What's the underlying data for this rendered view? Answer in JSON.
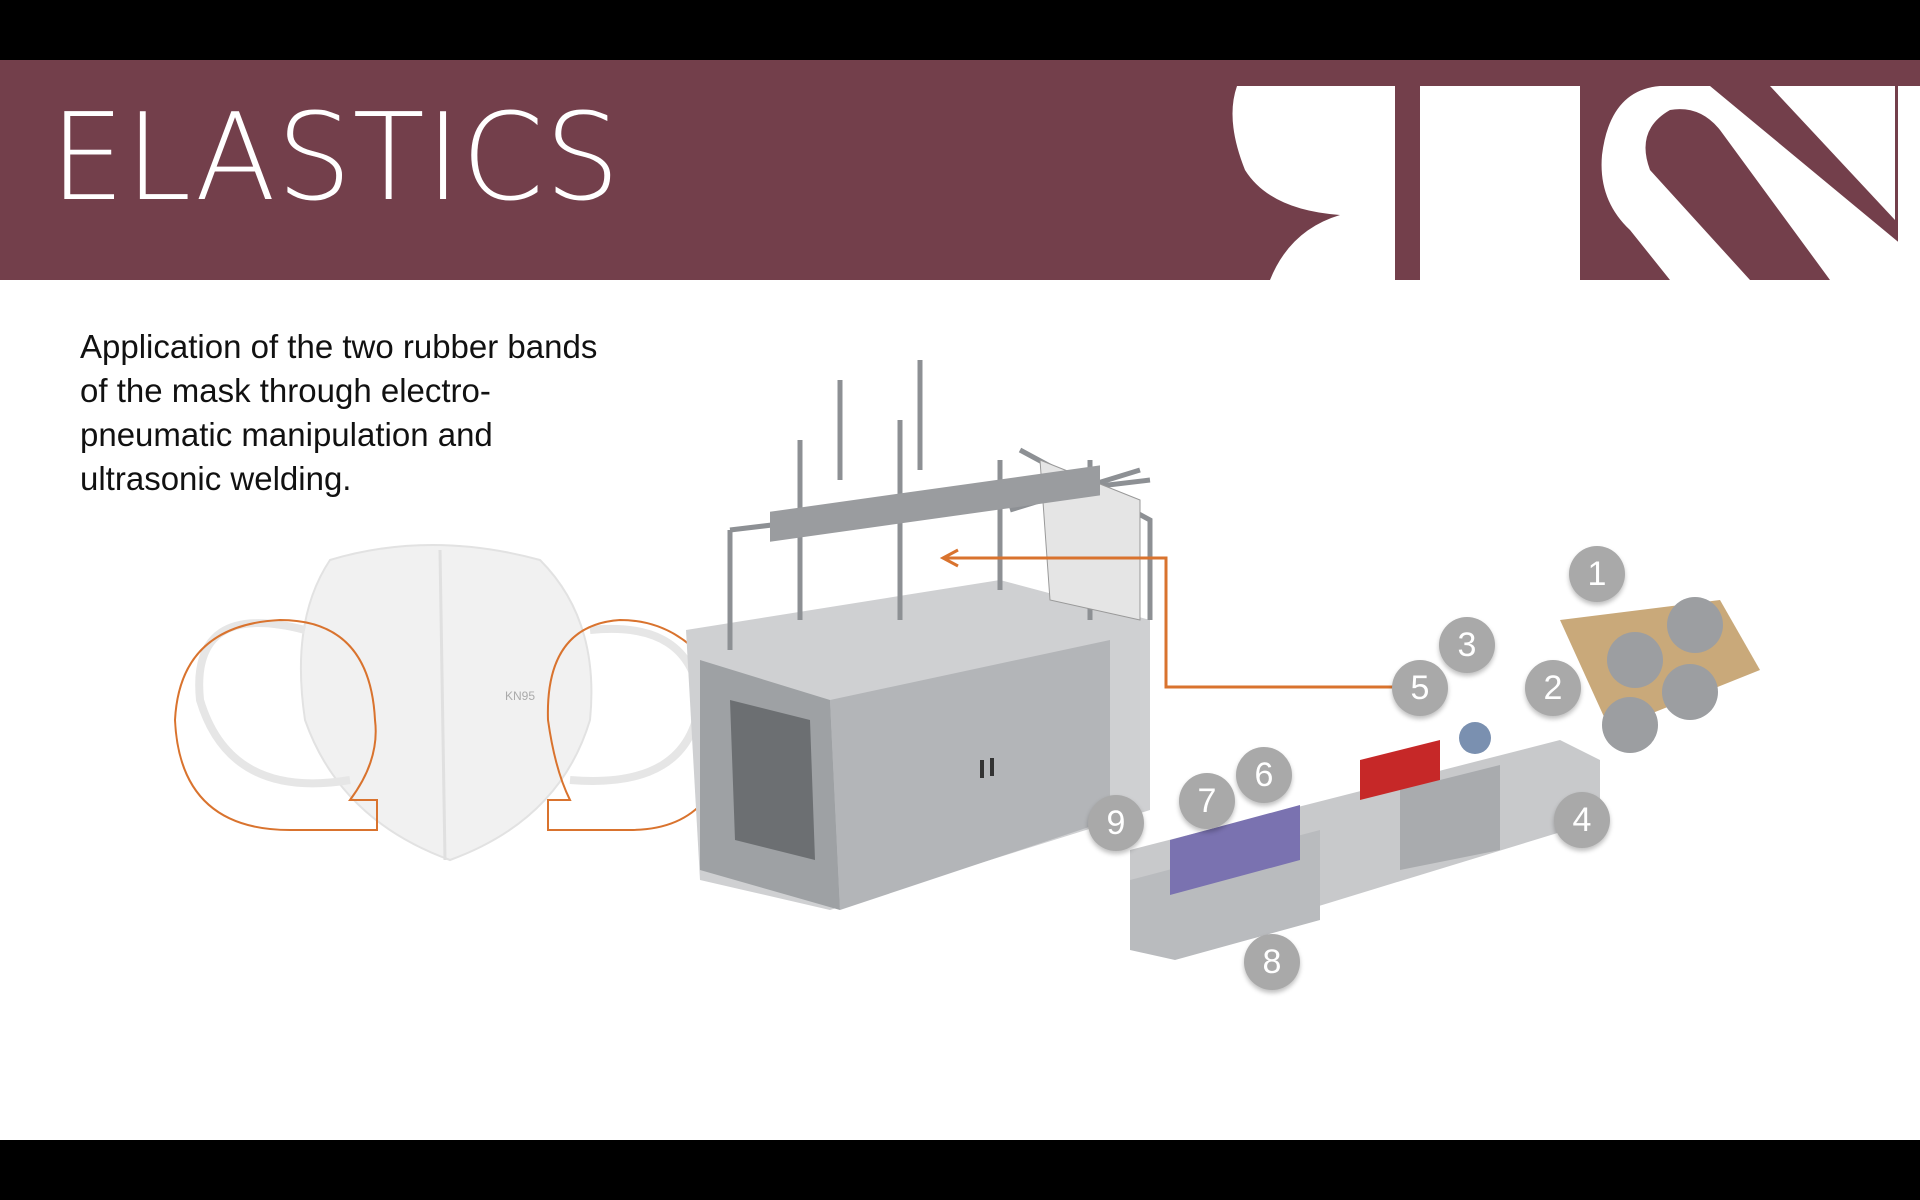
{
  "slide": {
    "title": "ELASTICS",
    "description": "Application of the two rubber bands of the mask through electro-pneumatic manipulation and ultrasonic welding.",
    "logo_text": "RTN",
    "colors": {
      "band": "#733f4b",
      "accent_line": "#d9732e",
      "badge": "#a9a9a9"
    }
  },
  "stations": [
    "1",
    "2",
    "3",
    "4",
    "5",
    "6",
    "7",
    "8",
    "9"
  ]
}
